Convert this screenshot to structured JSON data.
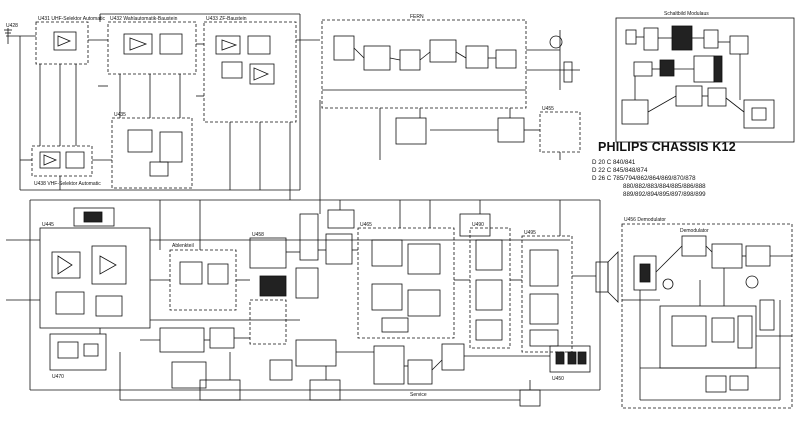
{
  "title": "PHILIPS CHASSIS K12",
  "models": [
    "D 20 C 840/841",
    "D 22 C 845/848/874",
    "D 26 C 785/794/862/864/869/870/878",
    "880/882/883/884/885/886/888",
    "889/892/894/895/897/898/899"
  ],
  "inset": {
    "title": "Schaltbild  Modulaus"
  },
  "modules": {
    "u428": "U428",
    "u431": "U431  UHF-Selektor Automatic",
    "u432": "U432  Wahlautomatik-Baustein",
    "u433": "U433  ZF-Baustein",
    "u435": "U435",
    "u438": "U438  VHF-Selektor Automatic",
    "u445": "U445",
    "u450": "U450",
    "u455": "U455",
    "u456": "U456  Demodulator",
    "u458": "U458",
    "u465": "U465",
    "u470": "U470",
    "u490": "U490",
    "u495": "U495",
    "fern": "FERN"
  },
  "labels": {
    "ctrl": "Ablenkteil",
    "dem": "Demodulator",
    "svc": "Service"
  }
}
